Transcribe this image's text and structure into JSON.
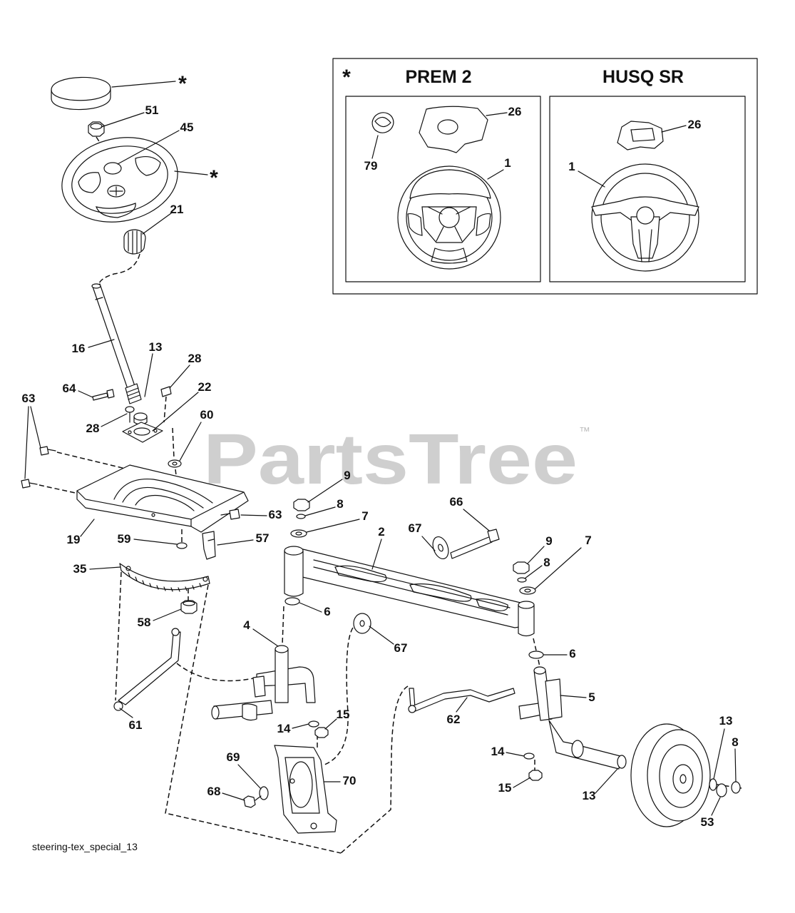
{
  "inset": {
    "star": "*",
    "left_title": "PREM 2",
    "right_title": "HUSQ SR",
    "left_labels": [
      "26",
      "79",
      "1"
    ],
    "right_labels": [
      "26",
      "1"
    ]
  },
  "callouts": [
    "*",
    "51",
    "45",
    "*",
    "21",
    "16",
    "13",
    "28",
    "64",
    "22",
    "28",
    "63",
    "60",
    "19",
    "63",
    "59",
    "57",
    "35",
    "58",
    "61",
    "9",
    "8",
    "7",
    "66",
    "67",
    "2",
    "6",
    "4",
    "67",
    "9",
    "8",
    "7",
    "6",
    "5",
    "62",
    "14",
    "15",
    "69",
    "70",
    "68",
    "14",
    "15",
    "13",
    "13",
    "8",
    "53"
  ],
  "diagram_id": "steering-tex_special_13",
  "watermark": {
    "text": "PartsTree",
    "tm": "™"
  }
}
